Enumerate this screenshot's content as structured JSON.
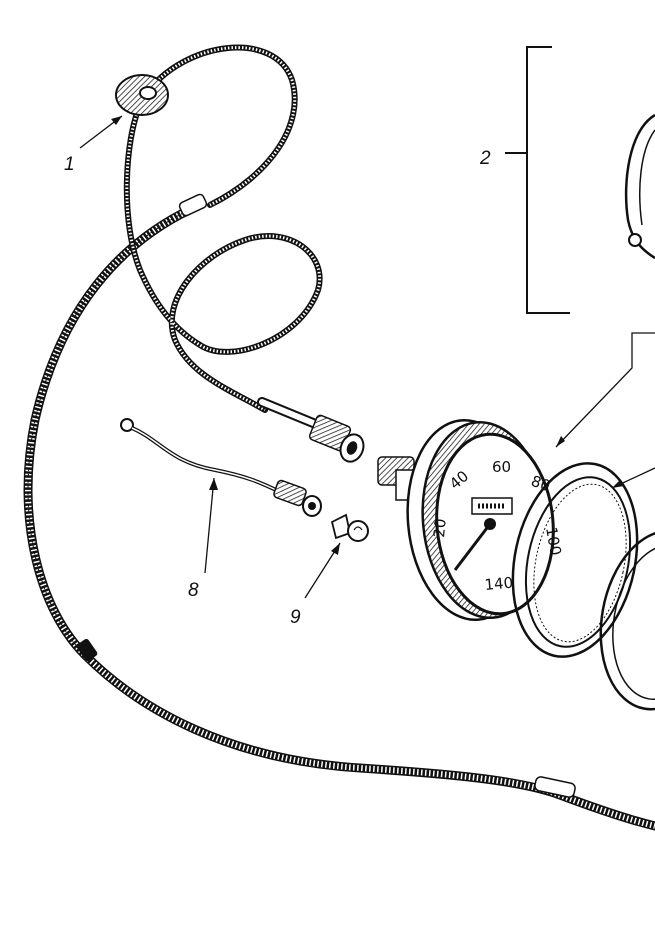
{
  "callouts": [
    {
      "id": "1",
      "text": "1"
    },
    {
      "id": "2",
      "text": "2"
    },
    {
      "id": "8",
      "text": "8"
    },
    {
      "id": "9",
      "text": "9"
    }
  ],
  "dial_numbers": [
    "20",
    "40",
    "60",
    "80",
    "100",
    "140"
  ],
  "colors": {
    "ink": "#111111",
    "paper": "#ffffff",
    "hatch": "#333333"
  }
}
